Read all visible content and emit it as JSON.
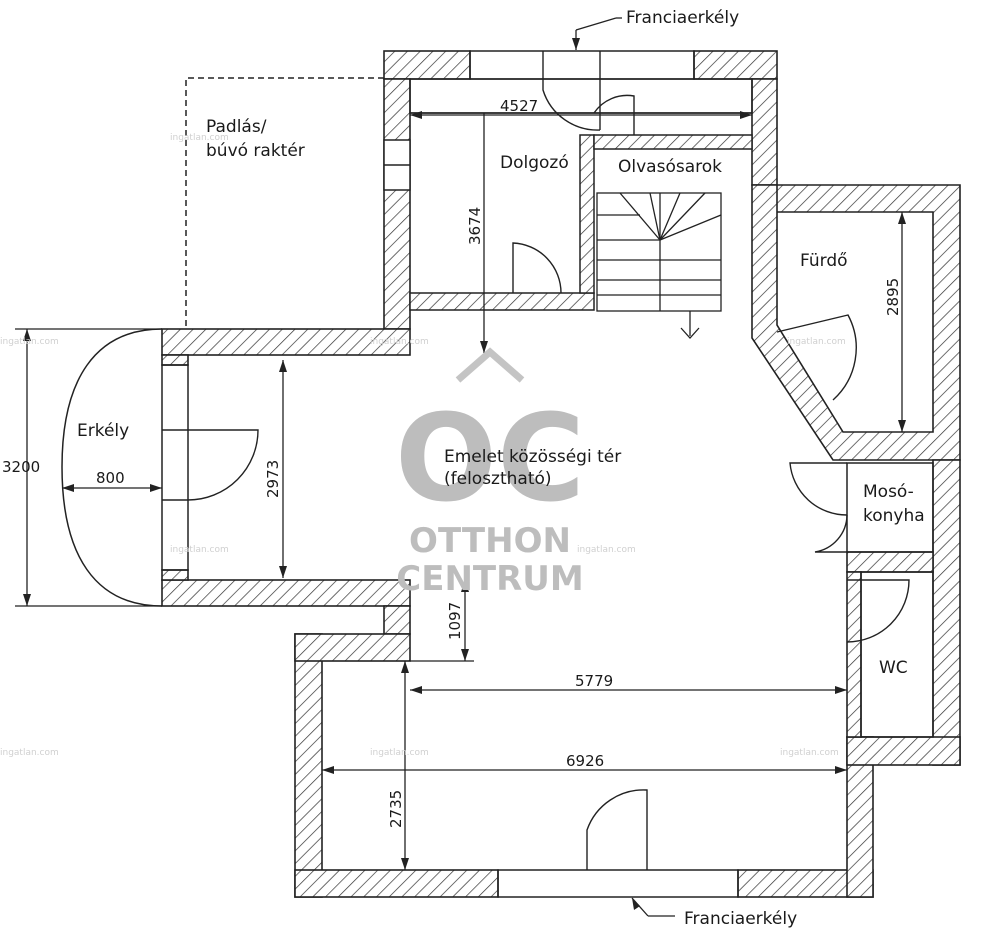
{
  "rooms": {
    "attic": [
      "Padlás/",
      "búvó raktér"
    ],
    "study": "Dolgozó",
    "reading": "Olvasósarok",
    "bath": "Fürdő",
    "balcony": "Erkély",
    "common": [
      "Emelet közösségi tér",
      "(felosztható)"
    ],
    "laundry": [
      "Mosó-",
      "konyha"
    ],
    "wc": "WC"
  },
  "callouts": {
    "french_top": "Franciaerkély",
    "french_bottom": "Franciaerkély"
  },
  "dimensions": {
    "d4527": "4527",
    "d3674": "3674",
    "d2895": "2895",
    "d3200": "3200",
    "d800": "800",
    "d2973": "2973",
    "d1097": "1097",
    "d5779": "5779",
    "d6926": "6926",
    "d2735": "2735"
  },
  "watermark": {
    "logo": "OC",
    "line1": "OTTHON",
    "line2": "CENTRUM",
    "site": "ingatlan.com"
  }
}
